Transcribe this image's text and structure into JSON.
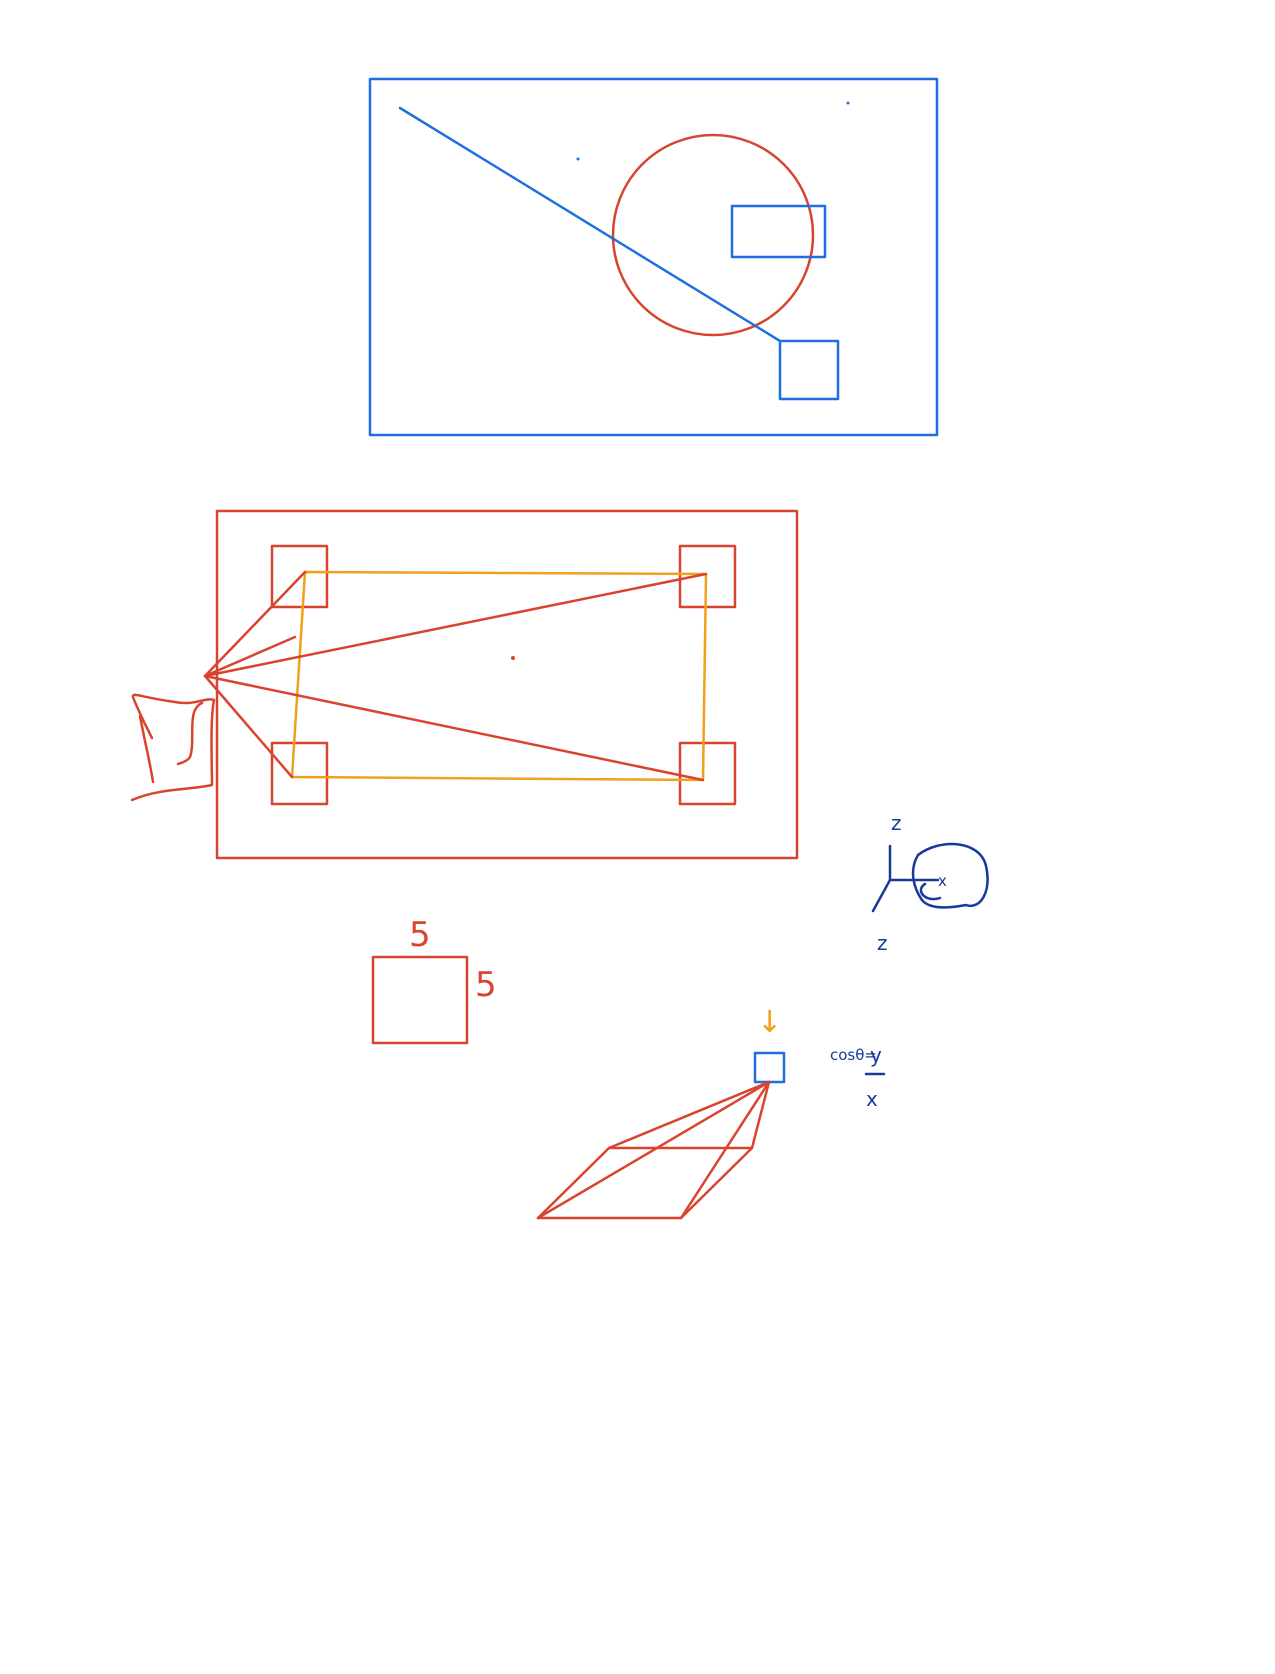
{
  "colors": {
    "blue": "#1f6fe0",
    "red": "#d9442f",
    "orange": "#f0a01a",
    "navy": "#1a3a9a",
    "background": "#ffffff"
  },
  "labels": {
    "square_top_dim": "5",
    "square_side_dim": "5",
    "axis_upper": "z",
    "axis_lower": "z",
    "axis_x": "x",
    "formula_lhs": "cosθ=",
    "formula_numerator": "y",
    "formula_denominator": "x",
    "down_arrow": "↓"
  }
}
